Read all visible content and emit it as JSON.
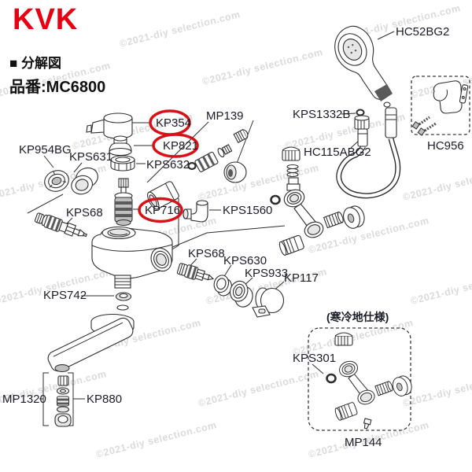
{
  "header": {
    "logo": "KVK",
    "diagram_type": "■ 分解図",
    "product_no": "品番:MC6800"
  },
  "watermark": {
    "text": "©2021-diy selection.com"
  },
  "colors": {
    "brand_red": "#e60012",
    "highlight_red": "#d81018",
    "line": "#2e2e2e",
    "watermark_gray": "#bdbdbd"
  },
  "highlighted_parts": [
    "KP354",
    "KP821",
    "KP716"
  ],
  "labels": {
    "kp354": "KP354",
    "kp821": "KP821",
    "kps632": "KPS632",
    "kp716": "KP716",
    "mp139": "MP139",
    "kps1560": "KPS1560",
    "kp954bg": "KP954BG",
    "kps631": "KPS631",
    "kps68_left": "KPS68",
    "kps68_mid": "KPS68",
    "kps630": "KPS630",
    "kps933": "KPS933",
    "kp117": "KP117",
    "kps742": "KPS742",
    "mp1320": "MP1320",
    "kp880": "KP880",
    "hc52bg2": "HC52BG2",
    "kps1332b": "KPS1332B",
    "hc115abg2": "HC115ABG2",
    "hc956": "HC956",
    "cold_caption": "(寒冷地仕様)",
    "kps301": "KPS301",
    "mp144": "MP144"
  }
}
